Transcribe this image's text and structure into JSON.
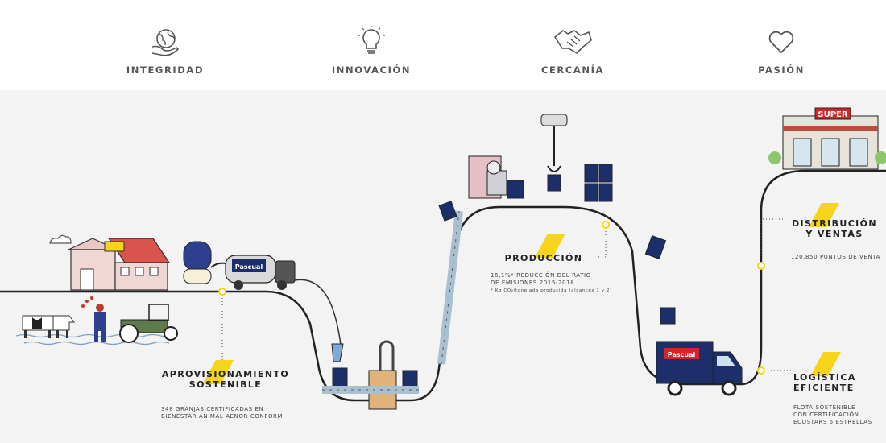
{
  "values": [
    {
      "label": "INTEGRIDAD",
      "icon": "globe-hand-icon"
    },
    {
      "label": "INNOVACIÓN",
      "icon": "lightbulb-icon"
    },
    {
      "label": "CERCANÍA",
      "icon": "handshake-icon"
    },
    {
      "label": "PASIÓN",
      "icon": "heart-icon"
    }
  ],
  "brand": {
    "name": "Pascual",
    "store_sign": "SUPER",
    "accent": "#f5d419",
    "navy": "#1c2f6b",
    "red": "#d8232a"
  },
  "stages": {
    "aprovisionamiento": {
      "title": "APROVISIONAMIENTO\nSOSTENIBLE",
      "body": "348 GRANJAS CERTIFICADAS EN\nBIENESTAR ANIMAL AENOR CONFORM"
    },
    "produccion": {
      "title": "PRODUCCIÓN",
      "body": "16,1%* REDUCCIÓN DEL RATIO\nDE EMISIONES 2015-2018",
      "note": "* Kg CO₂/tonelada producida (alcances 1 y 2)"
    },
    "distribucion": {
      "title": "DISTRIBUCIÓN\nY VENTAS",
      "body": "120.850 PUNTOS DE VENTA"
    },
    "logistica": {
      "title": "LOGÍSTICA\nEFICIENTE",
      "body": "FLOTA SOSTENIBLE\nCON CERTIFICACIÓN\nECOSTARS 5 ESTRELLAS"
    }
  }
}
